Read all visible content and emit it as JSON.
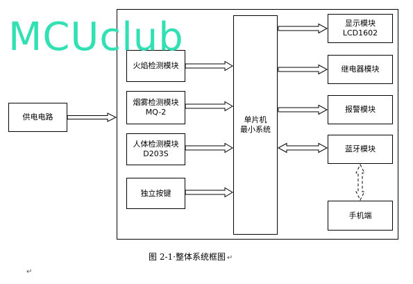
{
  "watermark": "MCUclub",
  "blocks": {
    "power": [
      "供电电路"
    ],
    "flame": [
      "火焰检测模块"
    ],
    "smoke": [
      "烟雾检测模块",
      "MQ-2"
    ],
    "human": [
      "人体检测模块",
      "D203S"
    ],
    "key": [
      "独立按键"
    ],
    "mcu": [
      "单片机",
      "最小系统"
    ],
    "lcd": [
      "显示模块LCD1602"
    ],
    "relay": [
      "继电器模块"
    ],
    "alarm": [
      "报警模块"
    ],
    "bt": [
      "蓝牙模块"
    ],
    "phone": [
      "手机端"
    ]
  },
  "caption": "图 2-1·整体系统框图",
  "marks": [
    "↵",
    "↵"
  ]
}
